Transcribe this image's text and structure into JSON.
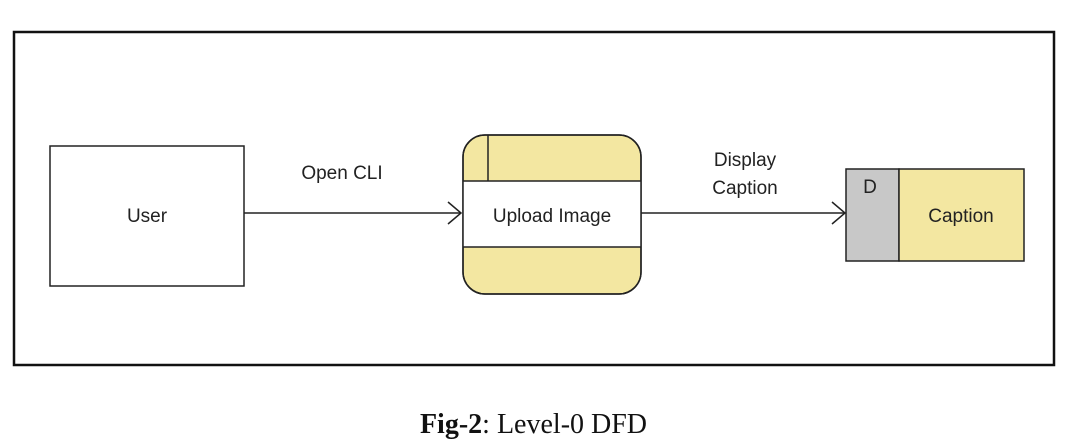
{
  "diagram": {
    "nodes": {
      "user": {
        "label": "User"
      },
      "process": {
        "label": "Upload Image"
      },
      "store": {
        "id_label": "D",
        "label": "Caption"
      }
    },
    "edges": {
      "open_cli": {
        "label": "Open CLI"
      },
      "display_caption": {
        "label_line1": "Display",
        "label_line2": "Caption"
      }
    }
  },
  "figure_caption": {
    "prefix": "Fig-2",
    "suffix": ": Level-0 DFD"
  },
  "colors": {
    "process_fill": "#f3e7a1",
    "store_id_fill": "#c8c8c8",
    "store_fill": "#f3e7a1",
    "stroke": "#111111"
  }
}
